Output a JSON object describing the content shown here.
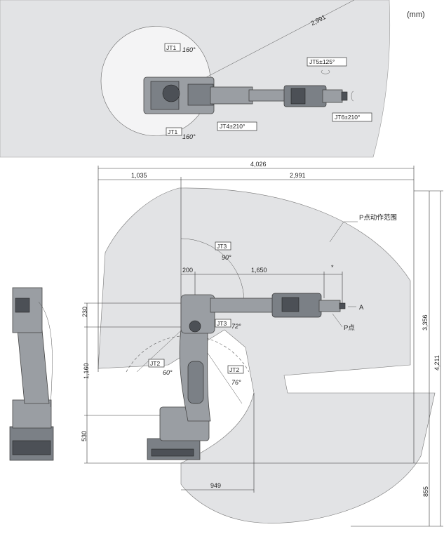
{
  "unit": "(mm)",
  "top_view": {
    "radius": "2,991",
    "jt1_top": {
      "box": "JT1",
      "angle": "160°"
    },
    "jt1_bottom": {
      "box": "JT1",
      "angle": "160°"
    },
    "jt4": "JT4±210°",
    "jt5": "JT5±125°",
    "jt6": "JT6±210°"
  },
  "side_view": {
    "dim_total": "4,026",
    "dim_back": "1,035",
    "dim_front": "2,991",
    "dim_200": "200",
    "dim_1650": "1,650",
    "star": "*",
    "dim_230": "230",
    "dim_1160": "1,160",
    "dim_530": "530",
    "dim_949": "949",
    "dim_3356": "3,356",
    "dim_4211": "4,211",
    "dim_855": "855",
    "range_label": "P点动作范围",
    "p_label": "P点",
    "a_label": "A",
    "jt3_top": {
      "box": "JT3",
      "angle": "90°"
    },
    "jt3_mid": {
      "box": "JT3",
      "angle": "72°"
    },
    "jt2_left": {
      "box": "JT2",
      "angle": "60°"
    },
    "jt2_right": {
      "box": "JT2",
      "angle": "76°"
    }
  },
  "colors": {
    "range_fill": "#e2e3e5",
    "robot": "#9a9ea3",
    "line": "#333333"
  }
}
